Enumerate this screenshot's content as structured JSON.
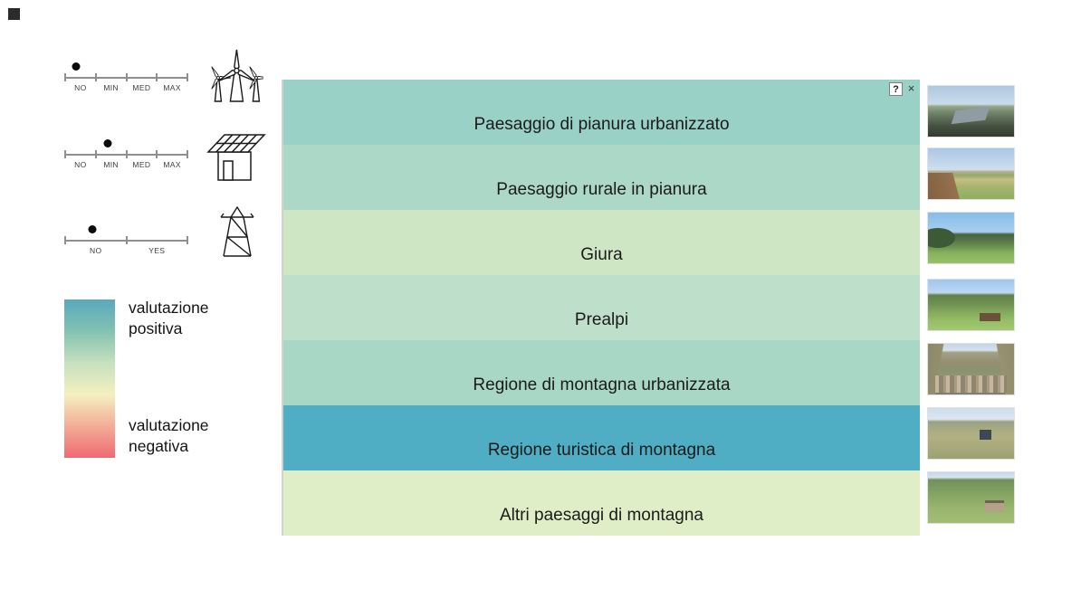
{
  "window": {
    "help_button": "?",
    "close_button": "×"
  },
  "scales": [
    {
      "id": "wind-energy",
      "icon": "wind-turbines-icon",
      "tick_labels": [
        "NO",
        "MIN",
        "MED",
        "MAX"
      ],
      "selected": "NO",
      "dot_left": "9%"
    },
    {
      "id": "solar-energy",
      "icon": "solar-house-icon",
      "tick_labels": [
        "NO",
        "MIN",
        "MED",
        "MAX"
      ],
      "selected": "MIN",
      "dot_left": "35%"
    },
    {
      "id": "power-line",
      "icon": "pylon-icon",
      "tick_labels": [
        "NO",
        "YES"
      ],
      "selected": "NO",
      "dot_left": "22%"
    }
  ],
  "legend": {
    "positive_label": "valutazione positiva",
    "negative_label": "valutazione negativa",
    "gradient_stops": [
      "#58a9bd",
      "#83c2b2",
      "#c6e0bf",
      "#f4f0c1",
      "#f2ad97",
      "#ee6a72"
    ]
  },
  "regions": {
    "rows": [
      {
        "label": "Paesaggio di pianura urbanizzato",
        "color": "#9ad1c6"
      },
      {
        "label": "Paesaggio rurale in pianura",
        "color": "#abd8c7"
      },
      {
        "label": "Giura",
        "color": "#cfe6c4"
      },
      {
        "label": "Prealpi",
        "color": "#bedfc9"
      },
      {
        "label": "Regione di montagna urbanizzata",
        "color": "#a9d7c6"
      },
      {
        "label": "Regione turistica di montagna",
        "color": "#4fadc4"
      },
      {
        "label": "Altri paesaggi di montagna",
        "color": "#dfeec6"
      }
    ]
  },
  "photos": [
    {
      "name": "urbanized plain landscape photo"
    },
    {
      "name": "rural plain landscape photo"
    },
    {
      "name": "Jura landscape photo"
    },
    {
      "name": "Prealps landscape photo"
    },
    {
      "name": "urbanized mountain region photo"
    },
    {
      "name": "tourist mountain region photo"
    },
    {
      "name": "other mountain landscapes photo"
    }
  ]
}
